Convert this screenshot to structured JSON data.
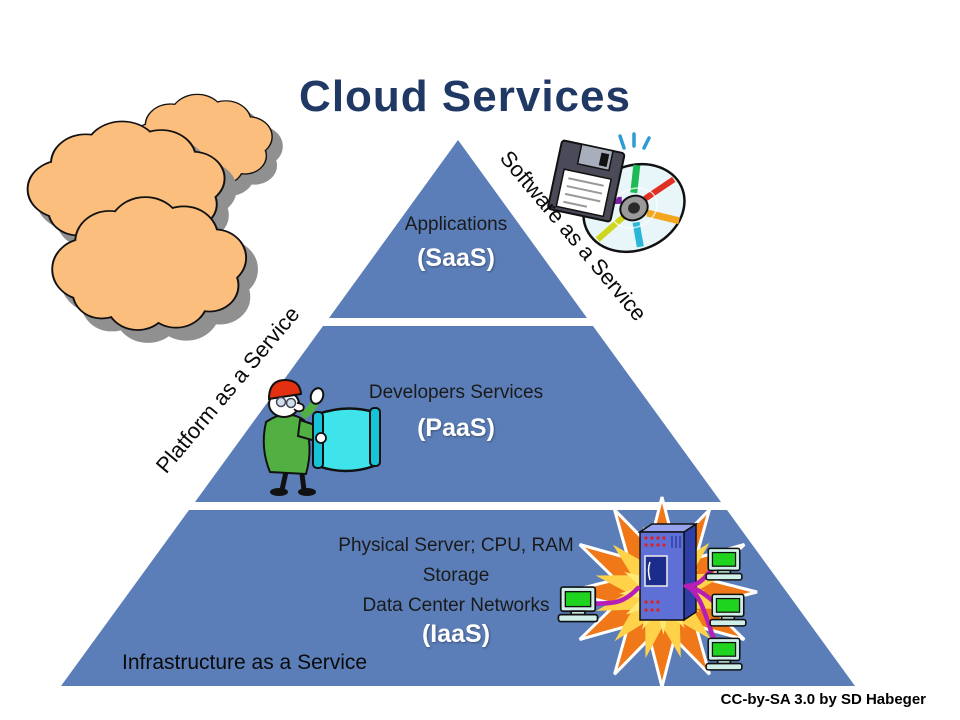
{
  "title": "Cloud Services",
  "credit": "CC-by-SA 3.0 by SD Habeger",
  "pyramid": {
    "tiers": [
      {
        "id": "saas",
        "lines": [
          "Applications"
        ],
        "acronym": "(SaaS)"
      },
      {
        "id": "paas",
        "lines": [
          "Developers Services"
        ],
        "acronym": "(PaaS)"
      },
      {
        "id": "iaas",
        "lines": [
          "Physical Server; CPU, RAM",
          "Storage",
          "Data Center Networks"
        ],
        "acronym": "(IaaS)"
      }
    ]
  },
  "side_labels": {
    "software": "Software as a Service",
    "platform": "Platform as a Service",
    "infrastructure": "Infrastructure as a Service"
  },
  "icons": {
    "top_left": "cloud-cluster-icon",
    "saas": "floppy-disk-cd-icon",
    "paas": "builder-blueprint-icon",
    "iaas": "server-network-burst-icon"
  },
  "colors": {
    "pyramid_blue": "#5B7EB8",
    "title_navy": "#1F3864",
    "cloud_orange": "#FBBE7C",
    "cloud_shadow": "#909090",
    "acronym_white": "#FFFFFF",
    "text_dark": "#1A1A1A",
    "burst_orange": "#F07818",
    "burst_yellow": "#FFD24A",
    "scroll_cyan": "#3FE3EA",
    "cable_magenta": "#B61EB6",
    "screen_green": "#1FD41F"
  }
}
